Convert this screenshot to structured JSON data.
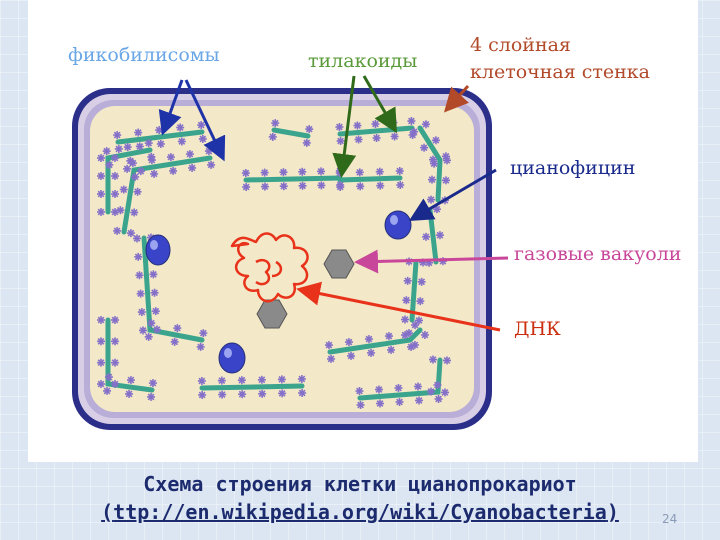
{
  "labels": {
    "phycobilisomes": "фикобилисомы",
    "thylakoids": "тилакоиды",
    "cell_wall": "4 слойная клеточная стенка",
    "cyanophycin": "цианофицин",
    "gas_vacuoles": "газовые вакуоли",
    "dna": "ДНК"
  },
  "caption": {
    "line1": "Схема строения клетки цианопрокариот",
    "open_paren": "(",
    "link": "ttp://en.wikipedia.org/wiki/Cyanobacteria",
    "close_paren": ")"
  },
  "page_number": "24",
  "colors": {
    "cell_wall_outer": "#2c2f8a",
    "cell_wall_inner": "#c2b8dc",
    "cytoplasm": "#f3e8c8",
    "thylakoid": "#3aa48c",
    "phycobilisome": "#8470c8",
    "cyanophycin": "#3a44c8",
    "gas_vacuole": "#8a8a8a",
    "dna": "#e8321a"
  }
}
